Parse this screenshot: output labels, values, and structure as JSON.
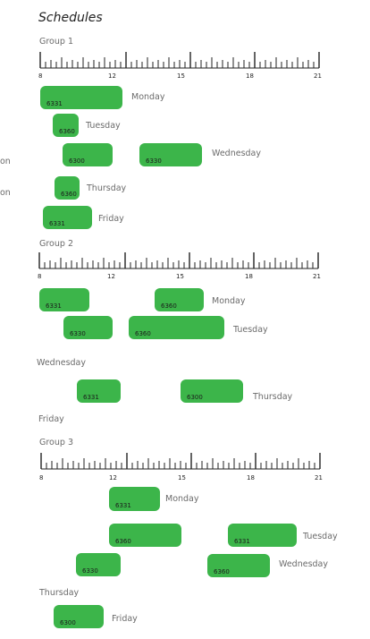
{
  "title": "Schedules",
  "clipped_labels": [
    "on",
    "on"
  ],
  "ruler": {
    "major": [
      "8",
      "12",
      "15",
      "18",
      "21"
    ]
  },
  "groups": [
    {
      "label": "Group 1",
      "rows": [
        {
          "day": "Monday",
          "bars": [
            "6331"
          ]
        },
        {
          "day": "Tuesday",
          "bars": [
            "6360"
          ]
        },
        {
          "day": "Wednesday",
          "bars": [
            "6300",
            "6330"
          ]
        },
        {
          "day": "Thursday",
          "bars": [
            "6360"
          ]
        },
        {
          "day": "Friday",
          "bars": [
            "6331"
          ]
        }
      ]
    },
    {
      "label": "Group 2",
      "rows": [
        {
          "day": "Monday",
          "bars": [
            "6331",
            "6360"
          ]
        },
        {
          "day": "Tuesday",
          "bars": [
            "6330",
            "6360"
          ]
        },
        {
          "day": "Wednesday",
          "bars": []
        },
        {
          "day": "Thursday",
          "bars": [
            "6331",
            "6300"
          ]
        },
        {
          "day": "Friday",
          "bars": []
        }
      ]
    },
    {
      "label": "Group 3",
      "rows": [
        {
          "day": "Monday",
          "bars": [
            "6331"
          ]
        },
        {
          "day": "Tuesday",
          "bars": [
            "6360",
            "6331"
          ]
        },
        {
          "day": "Wednesday",
          "bars": [
            "6330",
            "6360"
          ]
        },
        {
          "day": "Thursday",
          "bars": []
        },
        {
          "day": "Friday",
          "bars": [
            "6300"
          ]
        }
      ]
    }
  ]
}
